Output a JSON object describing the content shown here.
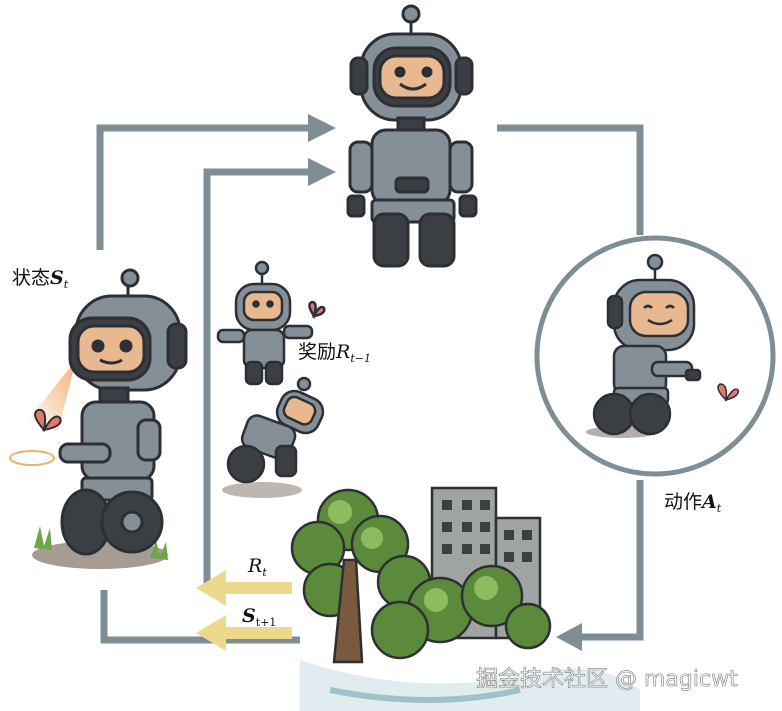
{
  "labels": {
    "state": {
      "text": "状态",
      "sym": "S",
      "sub": "t"
    },
    "reward": {
      "text": "奖励",
      "sym": "R",
      "sub": "t−1"
    },
    "action": {
      "text": "动作",
      "sym": "A",
      "sub": "t"
    },
    "reward_feedback": {
      "sym": "R",
      "sub": "t"
    },
    "state_feedback": {
      "sym": "S",
      "sub": "t+1"
    }
  },
  "watermark": "掘金技术社区 @ magicwt",
  "colors": {
    "loop_arrow": "#7d8e94",
    "feedback_arrow": "#ecd98c",
    "robot_body": "#848f97",
    "robot_dark": "#3b3f43",
    "face": "#e8b890",
    "tree": "#5b8a3a",
    "trunk": "#7a5a3e",
    "building": "#9fa3a2",
    "butterfly": "#e07a6e",
    "sight_beam": "#f3a86a"
  }
}
